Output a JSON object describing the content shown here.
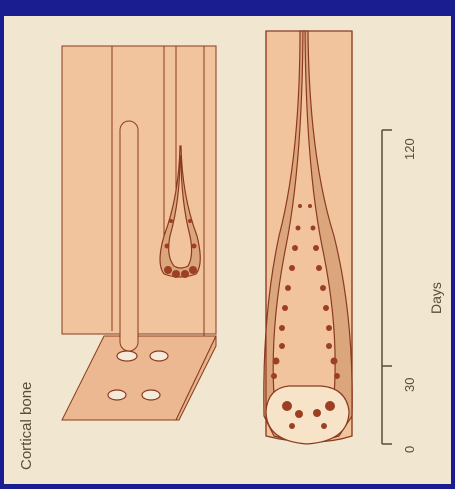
{
  "labels": {
    "cortical_bone": "Cortical bone",
    "axis_title": "Days",
    "ticks": [
      "0",
      "30",
      "120"
    ]
  },
  "colors": {
    "background": "#1a1d8f",
    "paper": "#f1e6cf",
    "bone": "#f2c49e",
    "bone_shadow": "#e7b48a",
    "cutting_cone": "#dca67c",
    "line": "#8b3a20",
    "cell": "#9c3f22",
    "text": "#5a4c3a"
  }
}
